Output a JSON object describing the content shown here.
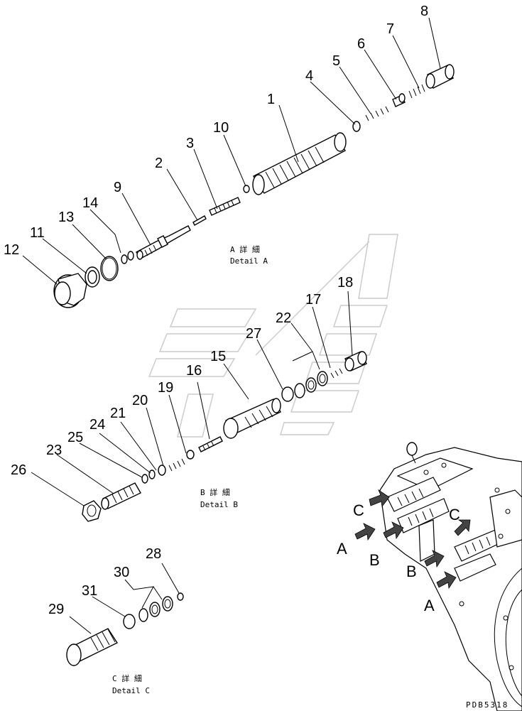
{
  "part_numbers": [
    "1",
    "2",
    "3",
    "4",
    "5",
    "6",
    "7",
    "8",
    "9",
    "10",
    "11",
    "12",
    "13",
    "14",
    "15",
    "16",
    "17",
    "18",
    "19",
    "20",
    "21",
    "22",
    "23",
    "24",
    "25",
    "26",
    "27",
    "28",
    "29",
    "30",
    "31"
  ],
  "details": {
    "a": {
      "jp": "A  詳  細",
      "en": "Detail A"
    },
    "b": {
      "jp": "B  詳  細",
      "en": "Detail B"
    },
    "c": {
      "jp": "C  詳  細",
      "en": "Detail C"
    }
  },
  "view_markers": {
    "a1": "A",
    "a2": "A",
    "b1": "B",
    "b2": "B",
    "c1": "C",
    "c2": "C"
  },
  "drawing_code": "PDB5318"
}
